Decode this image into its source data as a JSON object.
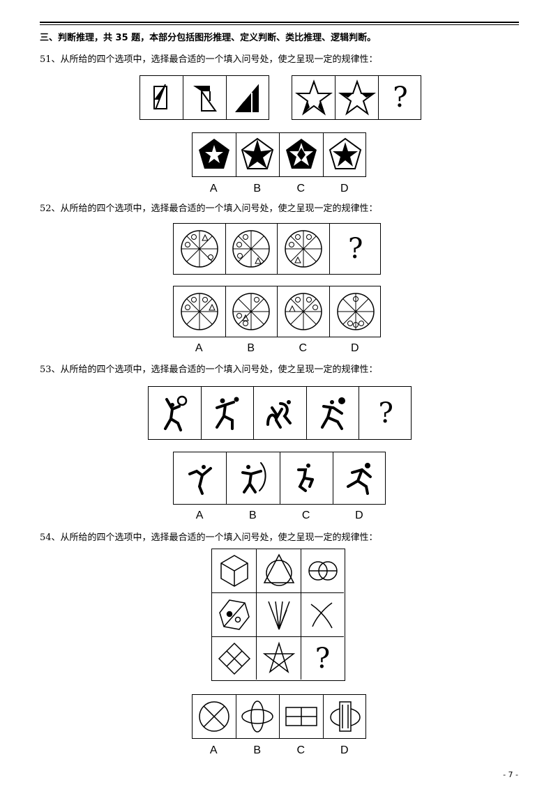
{
  "section": {
    "title": "三、判断推理，共 35 题，本部分包括图形推理、定义判断、类比推理、逻辑判断。"
  },
  "questions": [
    {
      "number": "51",
      "text": "51、从所给的四个选项中，选择最合适的一个填入问号处，使之呈现一定的规律性："
    },
    {
      "number": "52",
      "text": "52、从所给的四个选项中，选择最合适的一个填入问号处，使之呈现一定的规律性："
    },
    {
      "number": "53",
      "text": "53、从所给的四个选项中，选择最合适的一个填入问号处，使之呈现一定的规律性："
    },
    {
      "number": "54",
      "text": "54、从所给的四个选项中，选择最合适的一个填入问号处，使之呈现一定的规律性："
    }
  ],
  "question_mark": "?",
  "options": [
    "A",
    "B",
    "C",
    "D"
  ],
  "page_number": "- 7 -"
}
